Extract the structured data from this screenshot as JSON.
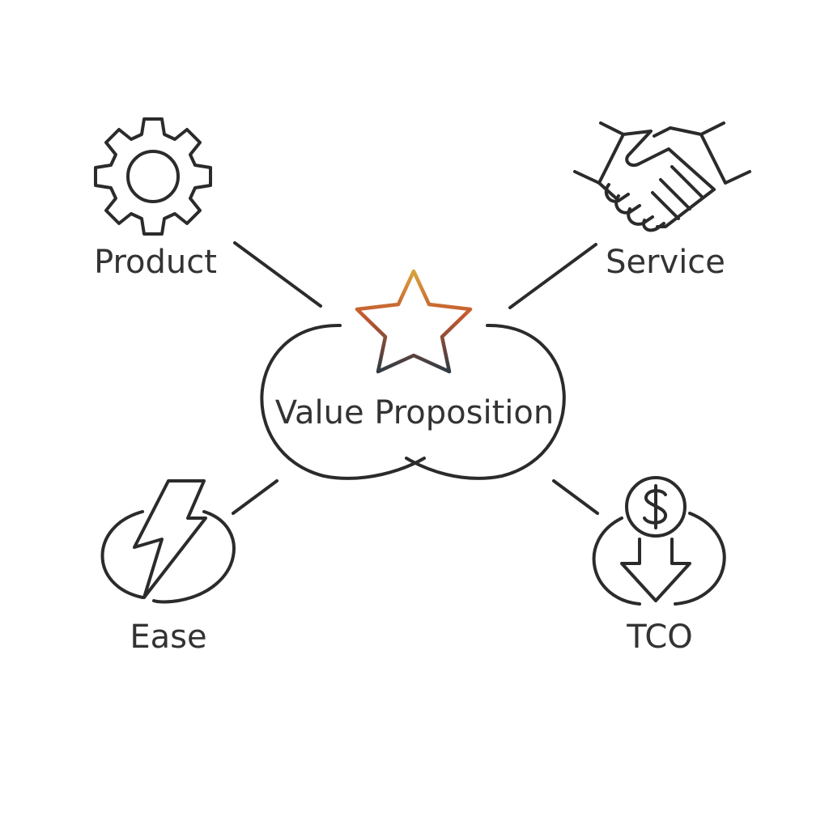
{
  "diagram": {
    "center": {
      "label": "Value Proposition",
      "icon": "star-icon",
      "star_gradient": [
        "#d9a43a",
        "#c4582f",
        "#2e3b45"
      ]
    },
    "nodes": [
      {
        "id": "product",
        "label": "Product",
        "icon": "gear-icon"
      },
      {
        "id": "service",
        "label": "Service",
        "icon": "handshake-icon"
      },
      {
        "id": "ease",
        "label": "Ease",
        "icon": "lightning-bolt-icon"
      },
      {
        "id": "tco",
        "label": "TCO",
        "icon": "dollar-down-arrow-icon"
      }
    ],
    "line_color": "#2b2b2b",
    "text_color": "#333333"
  }
}
